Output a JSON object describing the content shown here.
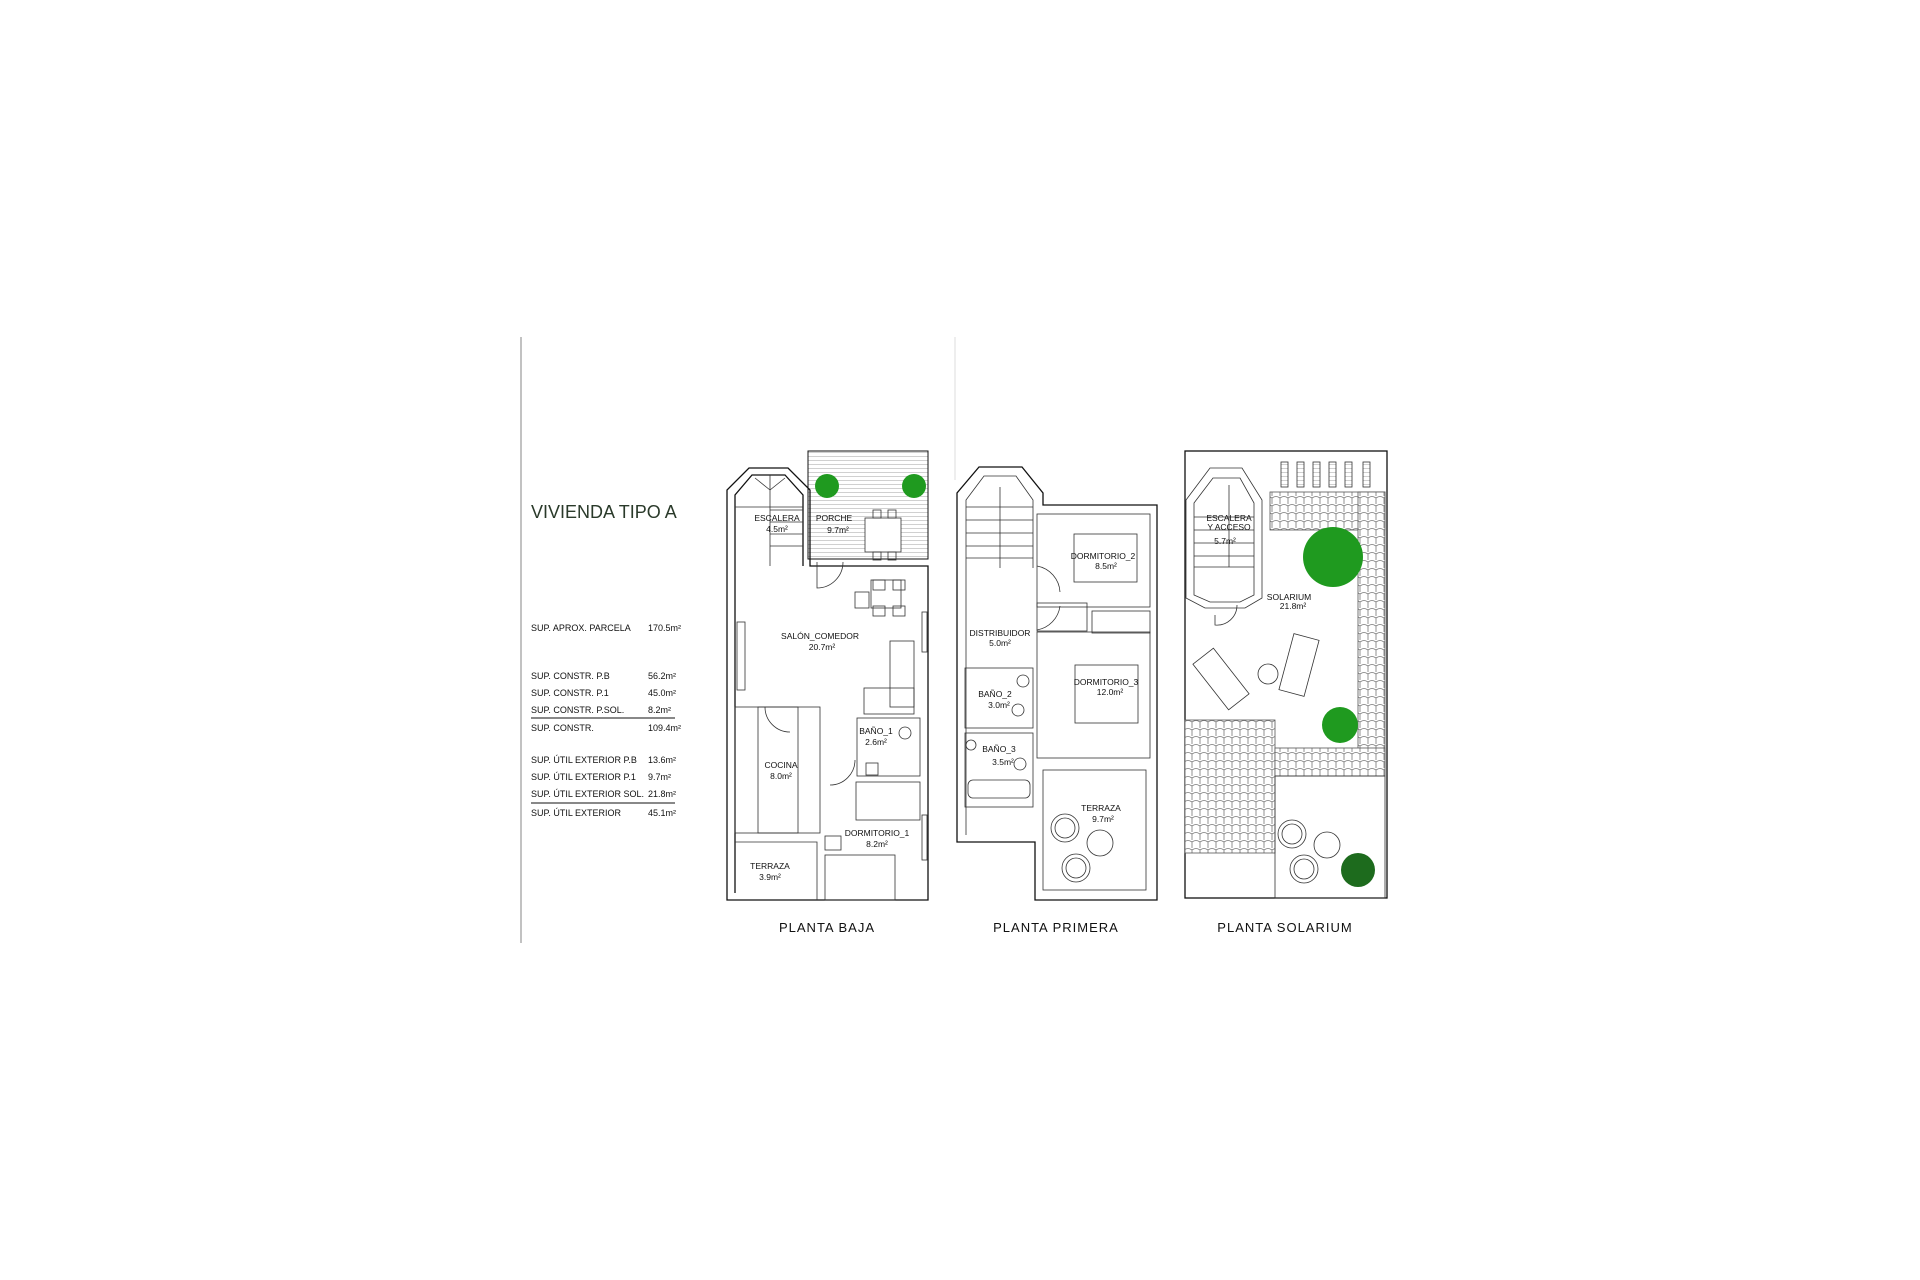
{
  "title": "VIVIENDA TIPO A",
  "surfaces": [
    {
      "label": "SUP. APROX. PARCELA",
      "value": "170.5m²"
    },
    {
      "label": "SUP. CONSTR. P.B",
      "value": "56.2m²"
    },
    {
      "label": "SUP. CONSTR. P.1",
      "value": "45.0m²"
    },
    {
      "label": "SUP. CONSTR. P.SOL.",
      "value": "8.2m²"
    },
    {
      "label": "SUP. CONSTR.",
      "value": "109.4m²"
    },
    {
      "label": "SUP. ÚTIL EXTERIOR P.B",
      "value": "13.6m²"
    },
    {
      "label": "SUP. ÚTIL EXTERIOR P.1",
      "value": "9.7m²"
    },
    {
      "label": "SUP. ÚTIL EXTERIOR SOL.",
      "value": "21.8m²"
    },
    {
      "label": "SUP. ÚTIL EXTERIOR",
      "value": "45.1m²"
    }
  ],
  "plans": {
    "baja": {
      "label": "PLANTA BAJA",
      "rooms": [
        {
          "name": "ESCALERA",
          "area": "4.5m²"
        },
        {
          "name": "PORCHE",
          "area": "9.7m²"
        },
        {
          "name": "SALÓN_COMEDOR",
          "area": "20.7m²"
        },
        {
          "name": "BAÑO_1",
          "area": "2.6m²"
        },
        {
          "name": "COCINA",
          "area": "8.0m²"
        },
        {
          "name": "DORMITORIO_1",
          "area": "8.2m²"
        },
        {
          "name": "TERRAZA",
          "area": "3.9m²"
        }
      ]
    },
    "primera": {
      "label": "PLANTA PRIMERA",
      "rooms": [
        {
          "name": "DORMITORIO_2",
          "area": "8.5m²"
        },
        {
          "name": "DISTRIBUIDOR",
          "area": "5.0m²"
        },
        {
          "name": "DORMITORIO_3",
          "area": "12.0m²"
        },
        {
          "name": "BAÑO_2",
          "area": "3.0m²"
        },
        {
          "name": "BAÑO_3",
          "area": "3.5m²"
        },
        {
          "name": "TERRAZA",
          "area": "9.7m²"
        }
      ]
    },
    "solarium": {
      "label": "PLANTA SOLARIUM",
      "rooms": [
        {
          "name": "ESCALERA",
          "name2": "Y ACCESO",
          "area": "5.7m²"
        },
        {
          "name": "SOLARIUM",
          "area": "21.8m²"
        }
      ]
    }
  },
  "colors": {
    "plant": "#1f9a1f",
    "text": "#111111"
  }
}
